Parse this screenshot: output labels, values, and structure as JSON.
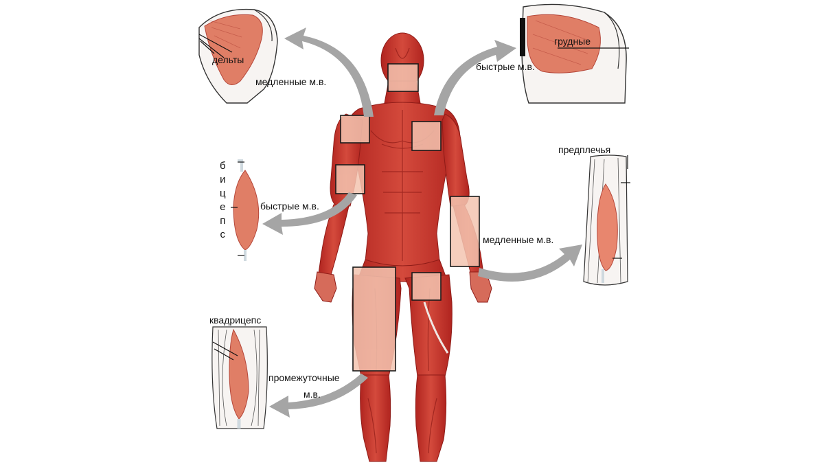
{
  "colors": {
    "muscle_dark": "#b0241f",
    "muscle": "#d44a3c",
    "muscle_light": "#e7846e",
    "highlight": "#f3c4b0",
    "arrow": "#a5a5a5",
    "box": "#1a1a1a",
    "tendon": "#e8ecef"
  },
  "labels": {
    "deltoid_title": "дельты",
    "deltoid_fiber": "медленные м.в.",
    "pectoral_title": "грудные",
    "pectoral_fiber": "быстрые м.в.",
    "biceps_fiber": "быстрые м.в.",
    "forearm_title": "предплечья",
    "forearm_fiber": "медленные м.в.",
    "quadriceps_title": "квадрицепс",
    "quadriceps_fiber_line1": "промежуточные",
    "quadriceps_fiber_line2": "м.в."
  },
  "biceps_vertical_letters": [
    "б",
    "и",
    "ц",
    "е",
    "п",
    "с"
  ],
  "icons": {
    "arrow_deltoid": "curved-arrow-left",
    "arrow_pectoral": "curved-arrow-right",
    "arrow_biceps": "curved-arrow-left",
    "arrow_forearm": "curved-arrow-right",
    "arrow_quadriceps": "curved-arrow-left"
  }
}
